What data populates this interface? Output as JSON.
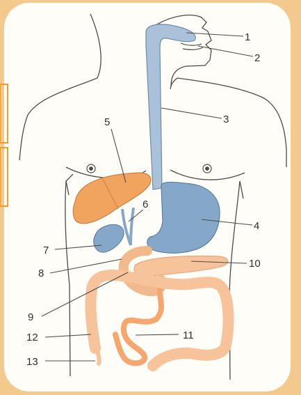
{
  "diagram": {
    "labels": [
      "1",
      "2",
      "3",
      "4",
      "5",
      "6",
      "7",
      "8",
      "9",
      "10",
      "11",
      "12",
      "13"
    ]
  },
  "colors": {
    "background": "#f3c98e",
    "panel": "#fffdf7",
    "outline": "#4a4a4a",
    "esophagus_stomach": "#86a8c8",
    "liver": "#f0a45d",
    "intestine": "#f7c39b",
    "highlight_border": "#f29a2e"
  }
}
